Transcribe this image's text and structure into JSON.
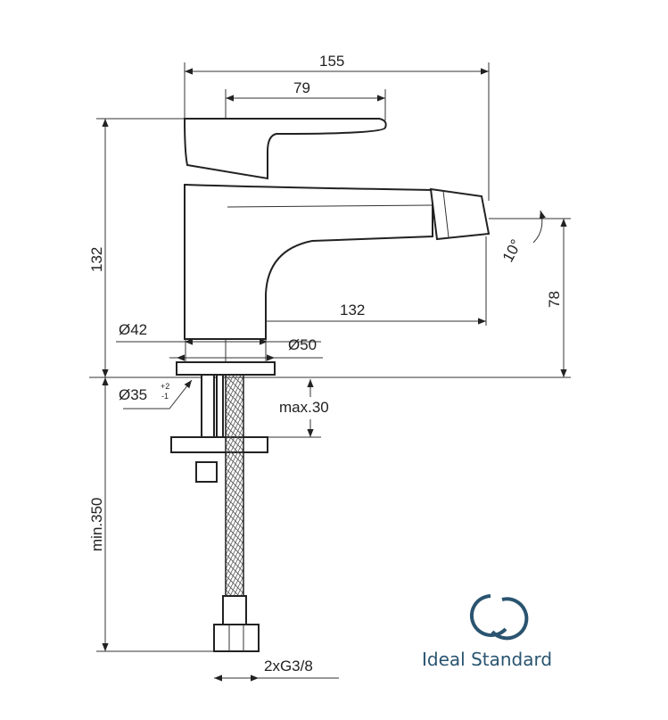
{
  "drawing": {
    "dimensions": {
      "overall_width": "155",
      "lever_width": "79",
      "height": "132",
      "spout_reach": "132",
      "spout_height": "78",
      "spout_angle": "10°",
      "body_diameter": "Ø42",
      "base_diameter": "Ø50",
      "hole_diameter": "Ø35",
      "hole_tol_plus": "+2",
      "hole_tol_minus": "-1",
      "max_thickness": "max.30",
      "min_hose_length": "min.350",
      "connection": "2xG3/8"
    }
  },
  "logo": {
    "brand": "Ideal Standard",
    "color": "#2a5470"
  }
}
